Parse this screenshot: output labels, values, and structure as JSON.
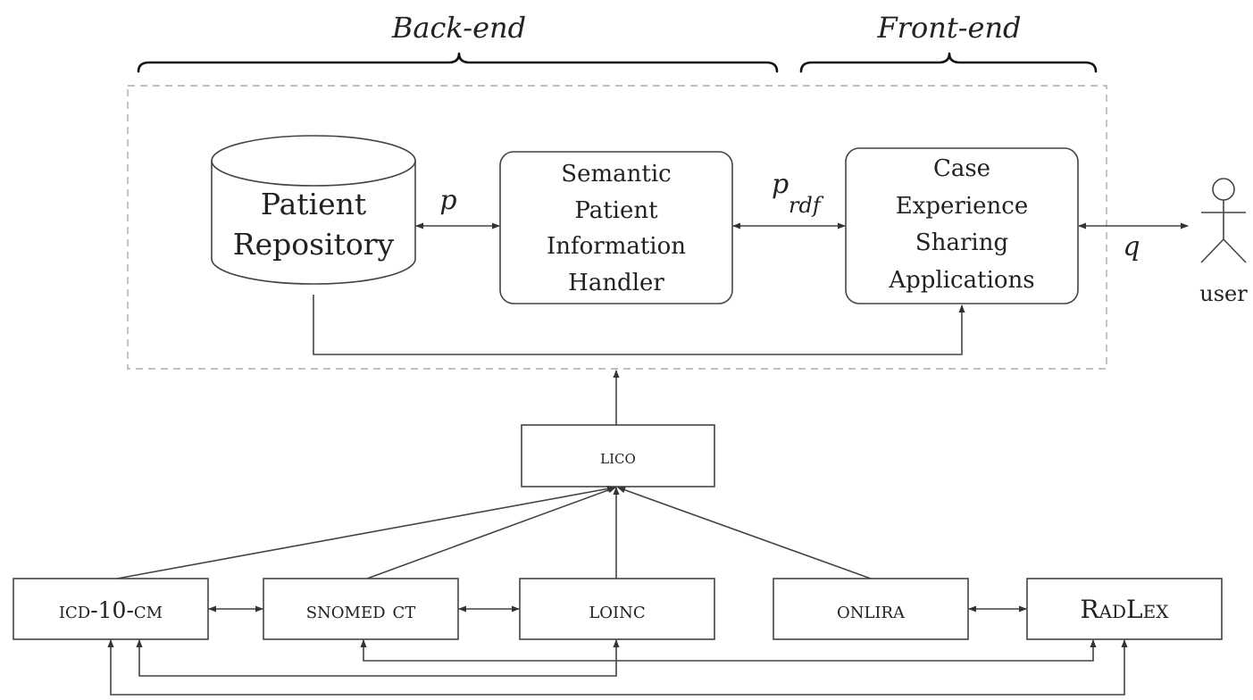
{
  "labels": {
    "back_end": "Back-end",
    "front_end": "Front-end",
    "patient_repository": [
      "Patient",
      "Repository"
    ],
    "handler": [
      "Semantic",
      "Patient",
      "Information",
      "Handler"
    ],
    "applications": [
      "Case",
      "Experience",
      "Sharing",
      "Applications"
    ],
    "user": "user",
    "edge_p": "p",
    "edge_prdf_main": "p",
    "edge_prdf_sub": "rdf",
    "edge_q": "q",
    "lico": "lico",
    "icd": "icd-10-cm",
    "snomed": "snomed ct",
    "loinc": "loinc",
    "onlira": "onlira",
    "radlex": "RadLex"
  }
}
